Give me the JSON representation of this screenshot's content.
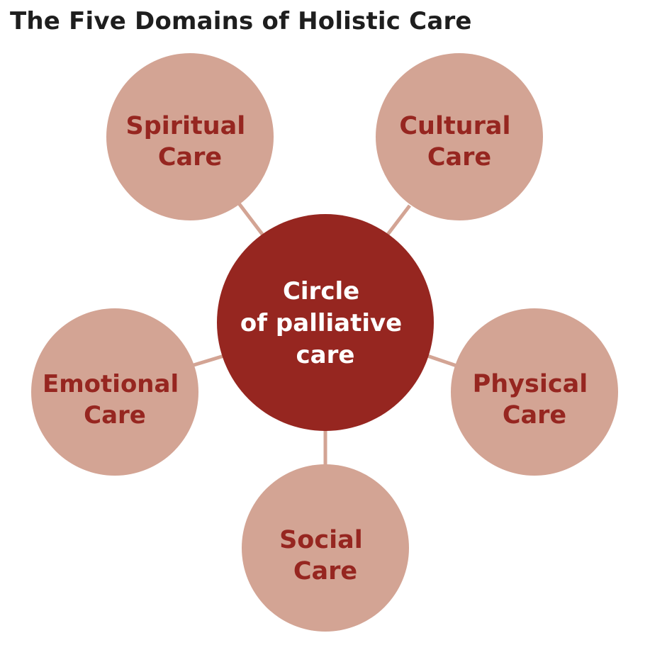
{
  "title": "The Five Domains of Holistic Care",
  "colors": {
    "center_fill": "#962620",
    "center_text": "#ffffff",
    "outer_fill": "#d3a494",
    "outer_text": "#962620",
    "connector": "#d3a494",
    "title_text": "#1e1e1e"
  },
  "center": {
    "lines": [
      "Circle",
      "of palliative",
      "care"
    ]
  },
  "nodes": [
    {
      "id": "spiritual",
      "lines": [
        "Spiritual",
        "Care"
      ]
    },
    {
      "id": "cultural",
      "lines": [
        "Cultural",
        "Care"
      ]
    },
    {
      "id": "emotional",
      "lines": [
        "Emotional",
        "Care"
      ]
    },
    {
      "id": "physical",
      "lines": [
        "Physical",
        "Care"
      ]
    },
    {
      "id": "social",
      "lines": [
        "Social",
        "Care"
      ]
    }
  ]
}
